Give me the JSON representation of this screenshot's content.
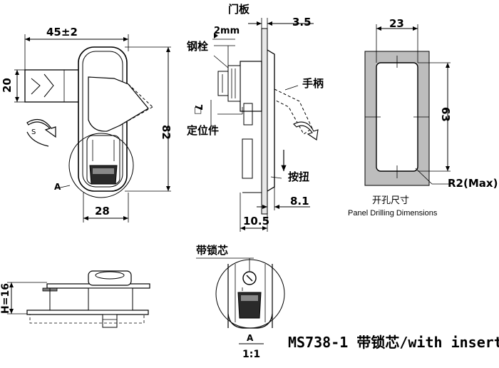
{
  "dimensions": {
    "width_45": "45±2",
    "height_20": "20",
    "height_82": "82",
    "width_28": "28",
    "plate_3_5": "3.5",
    "pin_2mm": "2mm",
    "square_7": "7",
    "depth_8_1": "8.1",
    "depth_10_5": "10.5",
    "cutout_23": "23",
    "cutout_63": "63",
    "radius": "R2(Max)",
    "height_16": "H=16"
  },
  "labels": {
    "door_panel": "门板",
    "steel_pin": "钢栓",
    "handle": "手柄",
    "locator": "定位件",
    "button": "按扭",
    "with_core": "带锁芯",
    "view_a_front": "A",
    "view_a_detail": "A",
    "scale": "1:1",
    "cutout_cn": "开孔尺寸",
    "cutout_en": "Panel Drilling Dimensions"
  },
  "caption": "MS738-1 带锁芯/with insert"
}
